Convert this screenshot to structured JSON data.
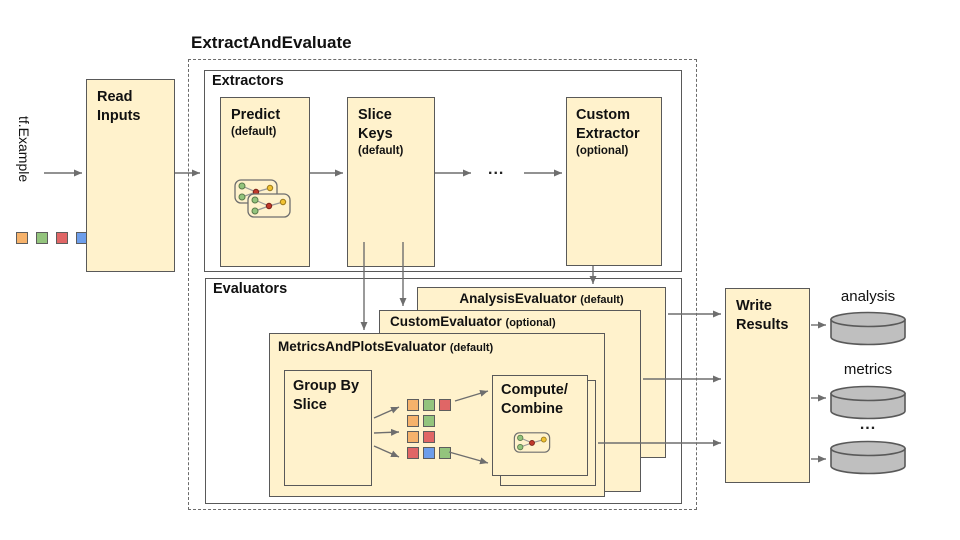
{
  "title": "ExtractAndEvaluate",
  "input": {
    "label": "tf.Example"
  },
  "read_inputs": {
    "title": "Read Inputs"
  },
  "extractors": {
    "label": "Extractors",
    "predict": {
      "title": "Predict",
      "sub": "(default)"
    },
    "slice_keys": {
      "title": "Slice Keys",
      "sub": "(default)"
    },
    "ellipsis": "...",
    "custom": {
      "title": "Custom Extractor",
      "sub": "(optional)"
    }
  },
  "evaluators": {
    "label": "Evaluators",
    "analysis": {
      "title": "AnalysisEvaluator",
      "sub": "(default)"
    },
    "custom": {
      "title": "CustomEvaluator",
      "sub": "(optional)"
    },
    "metrics_plots": {
      "title": "MetricsAndPlotsEvaluator",
      "sub": "(default)"
    },
    "group_by_slice": {
      "title": "Group By Slice"
    },
    "compute_combine": {
      "line1": "Compute/",
      "line2": "Combine"
    }
  },
  "write_results": {
    "title": "Write Results"
  },
  "outputs": {
    "analysis": "analysis",
    "metrics": "metrics",
    "ellipsis": "..."
  },
  "legend_squares": [
    [
      "orange",
      "green",
      "red",
      "blue"
    ]
  ],
  "slice_grid": [
    [
      "orange",
      "green",
      "red"
    ],
    [
      "orange",
      "green"
    ],
    [
      "orange",
      "red"
    ],
    [
      "red",
      "blue",
      "green"
    ]
  ],
  "colors": {
    "box_fill": "#FFF2CC",
    "box_border": "#595959",
    "arrow": "#6e6e6e",
    "cylinder_fill": "#BFBFBF",
    "orange": "#F6B26B",
    "green": "#93C47D",
    "red": "#E06666",
    "blue": "#6D9EEB"
  }
}
